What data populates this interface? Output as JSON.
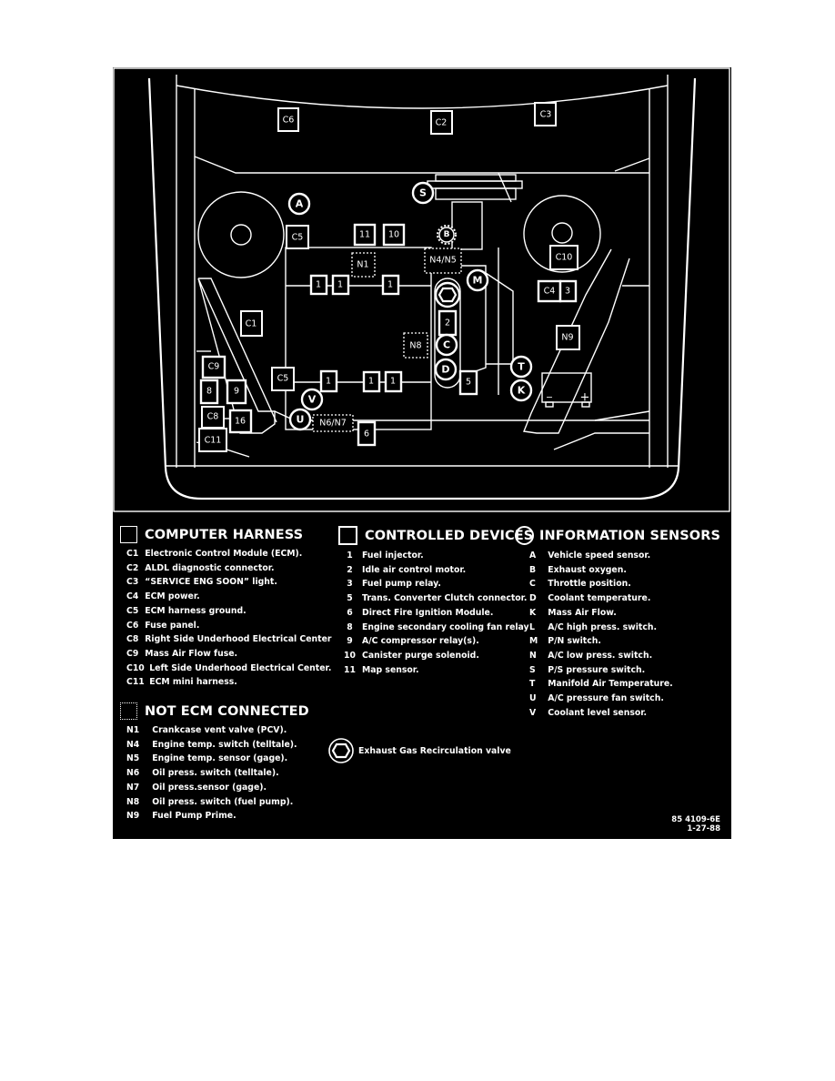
{
  "diagram": {
    "title": "Engine compartment component locator",
    "labels": {
      "C6": "C6",
      "C2": "C2",
      "C3": "C3",
      "C5_top": "C5",
      "C5_left": "C5",
      "C10": "C10",
      "C4": "C4",
      "C1": "C1",
      "C9": "C9",
      "C8": "C8",
      "C11": "C11",
      "N1": "N1",
      "N4N5": "N4/N5",
      "N6N7": "N6/N7",
      "N8": "N8",
      "N9": "N9",
      "d11": "11",
      "d10": "10",
      "d1": "1",
      "d2": "2",
      "d3": "3",
      "d5": "5",
      "d6": "6",
      "d8": "8",
      "d9": "9",
      "d16": "16",
      "A": "A",
      "B": "B",
      "C": "C",
      "D": "D",
      "K": "K",
      "M": "M",
      "S": "S",
      "T": "T",
      "U": "U",
      "V": "V",
      "battery_minus": "−",
      "battery_plus": "+"
    }
  },
  "legend": {
    "computer_harness": {
      "title": "COMPUTER HARNESS",
      "icon": "square-solid-icon",
      "items": [
        {
          "code": "C1",
          "text": "Electronic Control Module (ECM)."
        },
        {
          "code": "C2",
          "text": "ALDL diagnostic connector."
        },
        {
          "code": "C3",
          "text": "“SERVICE ENG SOON” light."
        },
        {
          "code": "C4",
          "text": "ECM power."
        },
        {
          "code": "C5",
          "text": "ECM harness ground."
        },
        {
          "code": "C6",
          "text": "Fuse panel."
        },
        {
          "code": "C8",
          "text": "Right Side Underhood Electrical  Center"
        },
        {
          "code": "C9",
          "text": "Mass Air Flow fuse."
        },
        {
          "code": "C10",
          "text": "Left Side Underhood Electrical Center."
        },
        {
          "code": "C11",
          "text": "ECM mini harness."
        }
      ]
    },
    "not_ecm_connected": {
      "title": "NOT ECM CONNECTED",
      "icon": "square-dotted-icon",
      "items": [
        {
          "code": "N1",
          "text": "Crankcase vent valve (PCV)."
        },
        {
          "code": "N4",
          "text": "Engine temp. switch (telltale)."
        },
        {
          "code": "N5",
          "text": "Engine temp. sensor (gage)."
        },
        {
          "code": "N6",
          "text": "Oil press. switch (telltale)."
        },
        {
          "code": "N7",
          "text": "Oil press.sensor (gage)."
        },
        {
          "code": "N8",
          "text": "Oil press. switch (fuel pump)."
        },
        {
          "code": "N9",
          "text": "Fuel Pump Prime."
        }
      ]
    },
    "controlled_devices": {
      "title": "CONTROLLED DEVICES",
      "icon": "square-bold-icon",
      "items": [
        {
          "code": "1",
          "text": "Fuel injector."
        },
        {
          "code": "2",
          "text": "Idle air control motor."
        },
        {
          "code": "3",
          "text": "Fuel pump relay."
        },
        {
          "code": "5",
          "text": "Trans. Converter Clutch connector."
        },
        {
          "code": "6",
          "text": "Direct Fire Ignition Module."
        },
        {
          "code": "8",
          "text": "Engine secondary cooling fan relay"
        },
        {
          "code": "9",
          "text": "A/C compressor relay(s)."
        },
        {
          "code": "10",
          "text": "Canister purge solenoid."
        },
        {
          "code": "11",
          "text": "Map sensor."
        }
      ]
    },
    "information_sensors": {
      "title": "INFORMATION SENSORS",
      "icon": "circle-icon",
      "items": [
        {
          "code": "A",
          "text": "Vehicle speed sensor."
        },
        {
          "code": "B",
          "text": "Exhaust oxygen."
        },
        {
          "code": "C",
          "text": "Throttle position."
        },
        {
          "code": "D",
          "text": "Coolant temperature."
        },
        {
          "code": "K",
          "text": "Mass Air Flow."
        },
        {
          "code": "L",
          "text": "A/C high press. switch."
        },
        {
          "code": "M",
          "text": "P/N switch."
        },
        {
          "code": "N",
          "text": "A/C low press. switch."
        },
        {
          "code": "S",
          "text": "P/S pressure switch."
        },
        {
          "code": "T",
          "text": "Manifold Air Temperature."
        },
        {
          "code": "U",
          "text": "A/C pressure fan switch."
        },
        {
          "code": "V",
          "text": "Coolant level sensor."
        }
      ]
    },
    "egr": {
      "icon": "egr-valve-icon",
      "text": "Exhaust Gas Recirculation valve"
    }
  },
  "figure_id": {
    "number": "85 4109-6E",
    "date": "1-27-88"
  }
}
